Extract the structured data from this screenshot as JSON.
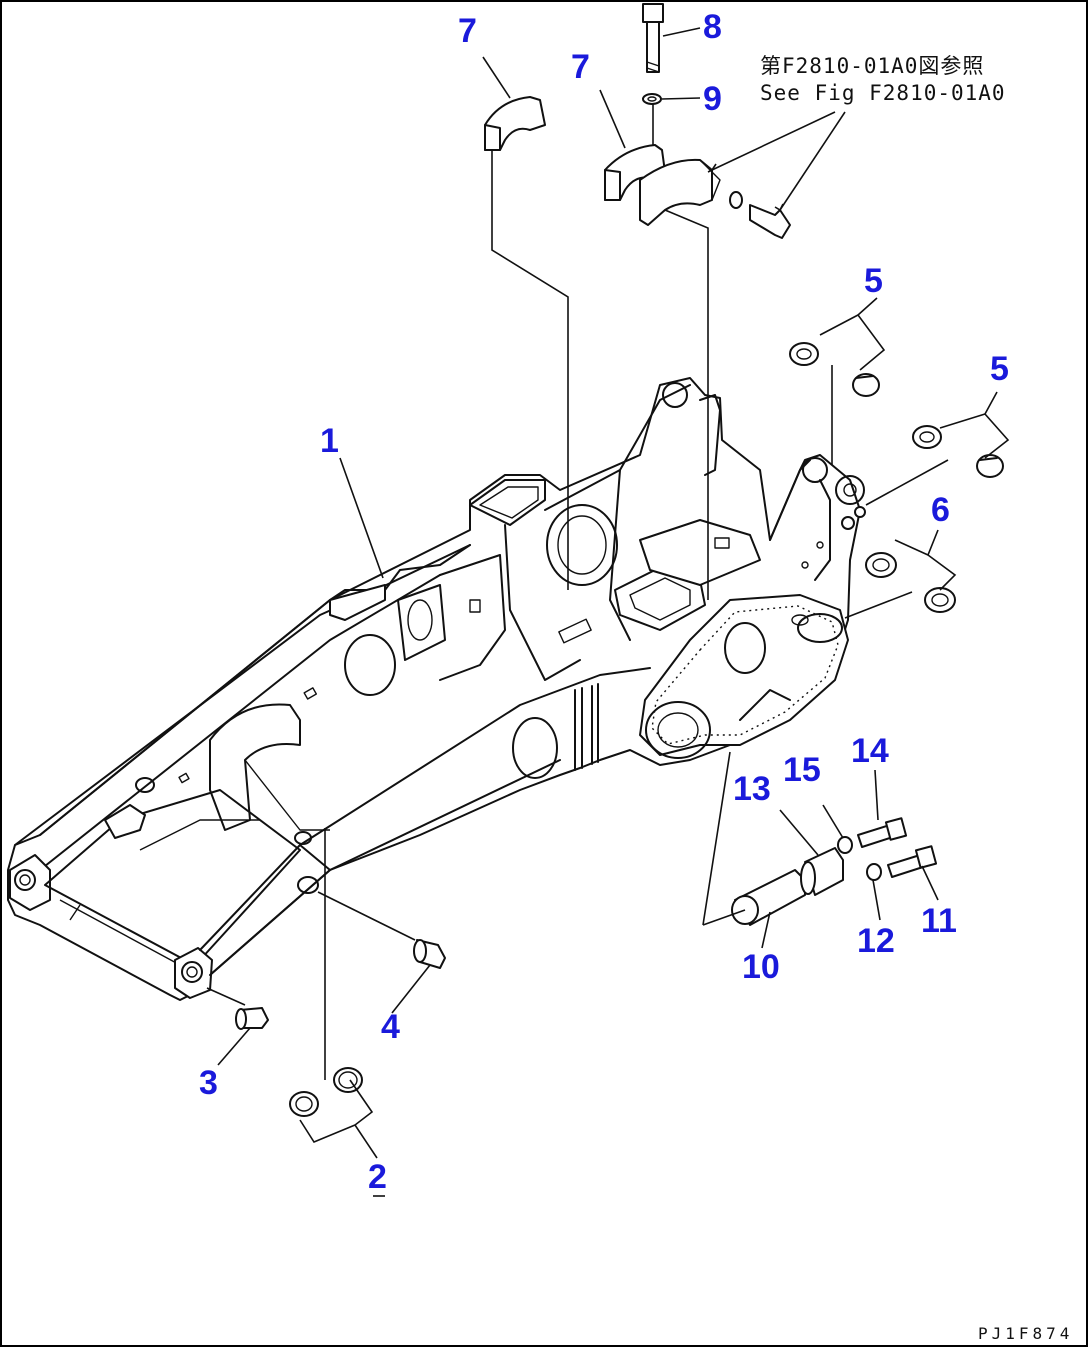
{
  "figure_code": "PJ1F874",
  "reference_note": {
    "line1": "第F2810-01A0図参照",
    "line2": "See Fig F2810-01A0"
  },
  "callouts": {
    "c1": "1",
    "c2": "2",
    "c3": "3",
    "c4": "4",
    "c5a": "5",
    "c5b": "5",
    "c6": "6",
    "c7a": "7",
    "c7b": "7",
    "c8": "8",
    "c9": "9",
    "c10": "10",
    "c11": "11",
    "c12": "12",
    "c13": "13",
    "c14": "14",
    "c15": "15"
  },
  "colors": {
    "callout": "#1a1adb",
    "line": "#111111",
    "border": "#000000"
  }
}
